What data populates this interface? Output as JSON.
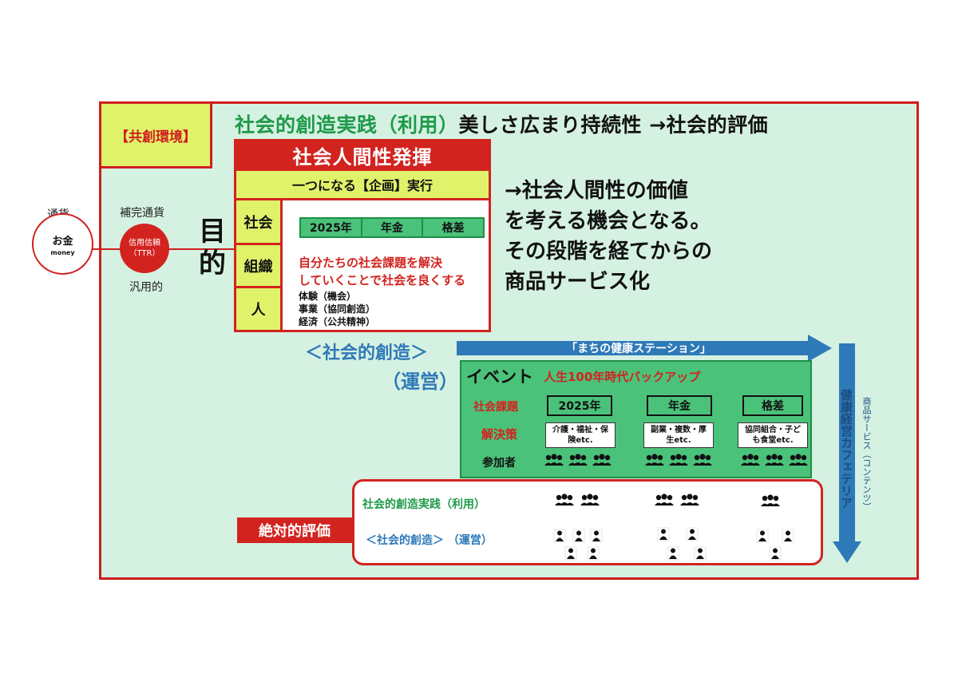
{
  "frame": {
    "corner_label": "【共創環境】"
  },
  "headline": {
    "green": "社会的創造実践（利用）",
    "black": "美しさ広まり持続性 →社会的評価"
  },
  "left": {
    "tsuka": "通貨",
    "money_main": "お金",
    "money_sub": "money",
    "hokan": "補完通貨",
    "ttr_line1": "信用信頼",
    "ttr_line2": "（TTR）",
    "hanyo": "汎用的",
    "mokuteki": "目的"
  },
  "center": {
    "title": "社会人間性発揮",
    "subtitle": "一つになる【企画】実行",
    "side": [
      "社会",
      "組織",
      "人"
    ],
    "chips": [
      "2025年",
      "年金",
      "格差"
    ],
    "red_line1": "自分たちの社会課題を解決",
    "red_line2": "していくことで社会を良くする",
    "list": [
      "体験（機会）",
      "事業（協同創造）",
      "経済（公共精神）"
    ]
  },
  "right_message": [
    "→社会人間性の価値",
    "を考える機会となる。",
    "その段階を経てからの",
    "商品サービス化"
  ],
  "middle": {
    "sozo": "＜社会的創造＞",
    "unei": "（運営）",
    "arrow_label": "「まちの健康ステーション」",
    "vertical_main": "健康経営カフェテリア",
    "vertical_sub": "商品サービス（コンテンツ）"
  },
  "event": {
    "title": "イベント",
    "subtitle": "人生100年時代バックアップ",
    "rows": [
      "社会課題",
      "解決策",
      "参加者"
    ],
    "chips": [
      "2025年",
      "年金",
      "格差"
    ],
    "solutions": [
      [
        "介護・福祉・保",
        "険etc."
      ],
      [
        "副業・複数・厚",
        "生etc."
      ],
      [
        "協同組合・子ど",
        "も食堂etc."
      ]
    ]
  },
  "evaluation": {
    "label": "絶対的評価",
    "row1": "社会的創造実践（利用）",
    "row2": "＜社会的創造＞ （運営）"
  },
  "colors": {
    "red": "#d2231f",
    "lime": "#dff26a",
    "mint": "#d5f1e2",
    "green": "#4bc27a",
    "blue": "#2e79b8"
  }
}
